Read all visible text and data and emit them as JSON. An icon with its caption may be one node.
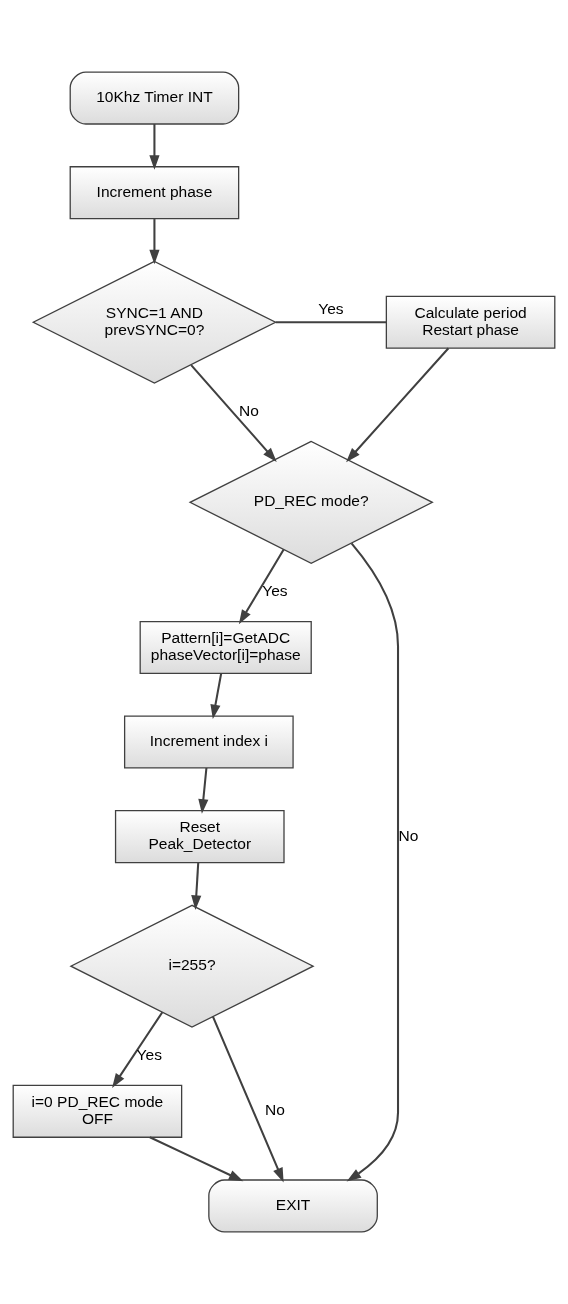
{
  "diagram": {
    "nodes": [
      {
        "text": [
          "10Khz Timer INT"
        ]
      },
      {
        "text": [
          "Increment phase"
        ]
      },
      {
        "text": [
          "SYNC=1 AND prevSYNC=0?"
        ]
      },
      {
        "text": [
          "Calculate period Restart phase"
        ]
      },
      {
        "text": [
          "PD_REC mode?"
        ]
      },
      {
        "text": [
          "Pattern[i]=GetADC phaseVector[i]=phase"
        ]
      },
      {
        "text": [
          "Increment index i"
        ]
      },
      {
        "text": [
          "Reset Peak_Detector"
        ]
      },
      {
        "text": [
          "i=255?"
        ]
      },
      {
        "text": [
          "i=0 PD_REC mode OFF"
        ]
      },
      {
        "text": [
          "EXIT"
        ]
      }
    ],
    "edges": [
      {
        "from": 0,
        "to": 1,
        "arrow": "to"
      },
      {
        "from": 1,
        "to": 2,
        "arrow": "to"
      },
      {
        "from": 2,
        "to": 3,
        "arrow": "none",
        "label": "Yes"
      },
      {
        "from": 2,
        "to": 4,
        "arrow": "to",
        "label": "No"
      },
      {
        "from": 3,
        "to": 4,
        "arrow": "to"
      },
      {
        "from": 4,
        "to": 5,
        "arrow": "to",
        "label": "Yes"
      },
      {
        "from": 4,
        "to": 10,
        "arrow": "to",
        "label": "No"
      },
      {
        "from": 5,
        "to": 6,
        "arrow": "to"
      },
      {
        "from": 6,
        "to": 7,
        "arrow": "to"
      },
      {
        "from": 7,
        "to": 8,
        "arrow": "to"
      },
      {
        "from": 8,
        "to": 9,
        "arrow": "to",
        "label": "Yes"
      },
      {
        "from": 8,
        "to": 10,
        "arrow": "to",
        "label": "No"
      },
      {
        "from": 9,
        "to": 10,
        "arrow": "to"
      }
    ]
  }
}
